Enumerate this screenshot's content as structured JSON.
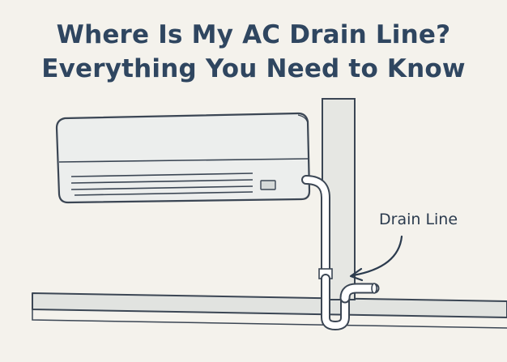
{
  "title": {
    "line1": "Where Is My AC Drain Line?",
    "line2": "Everything You Need to Know"
  },
  "labels": {
    "drain_line": "Drain Line"
  },
  "colors": {
    "title": "#2f4660",
    "outline": "#3b4654",
    "unit_body": "#e9ebea",
    "wall": "#e6e7e3",
    "background": "#f4f2ec",
    "pipe": "#ffffff"
  },
  "icons": {
    "arrow": "curved-arrow-icon"
  }
}
